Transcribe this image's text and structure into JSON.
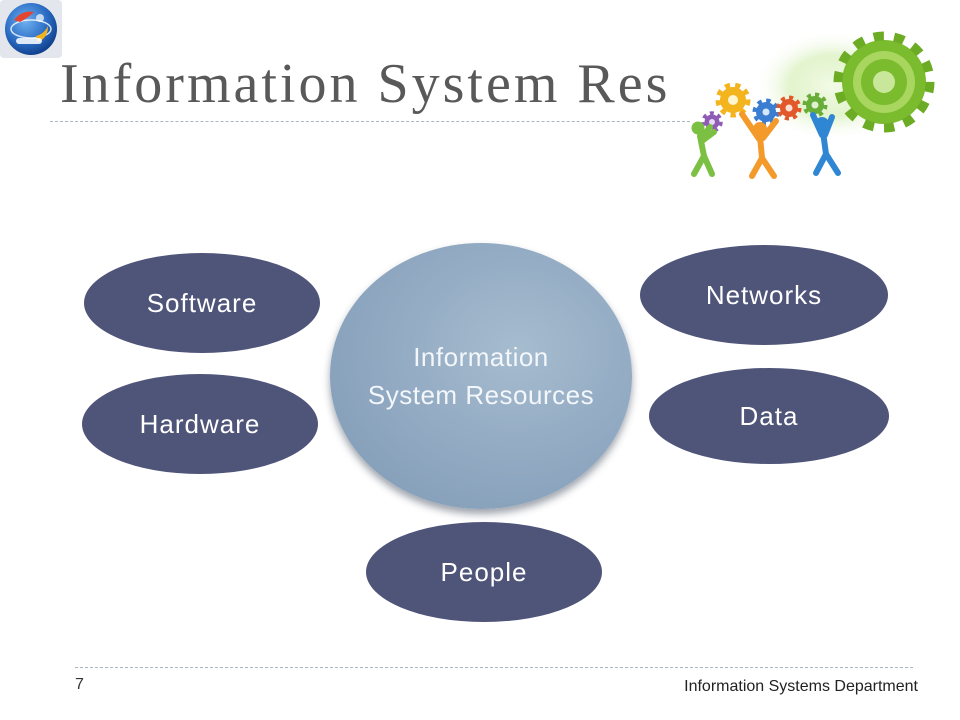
{
  "slide": {
    "title": "Information System Res",
    "page_number": "7",
    "footer": "Information Systems Department"
  },
  "diagram": {
    "center": {
      "line1": "Information",
      "line2": "System Resources"
    },
    "nodes": {
      "software": "Software",
      "hardware": "Hardware",
      "networks": "Networks",
      "data": "Data",
      "people": "People"
    }
  },
  "icons": {
    "logo": "organization-logo-icon",
    "clipart": "gears-teamwork-icon"
  },
  "colors": {
    "node_fill": "#4f5479",
    "center_fill": "#8ea7c1",
    "title": "#595959",
    "big_gear": "#7bbb2e"
  }
}
